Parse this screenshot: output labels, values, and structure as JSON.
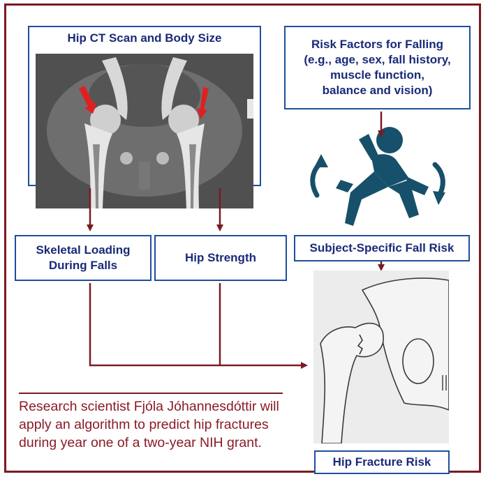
{
  "ct_scan": {
    "title": "Hip CT Scan and Body Size"
  },
  "risk_factors": {
    "lines": [
      "Risk Factors for Falling",
      "(e.g., age, sex, fall history,",
      "muscle function,",
      "balance and vision)"
    ]
  },
  "skeletal_loading": {
    "lines": [
      "Skeletal Loading",
      "During Falls"
    ]
  },
  "hip_strength": {
    "label": "Hip Strength"
  },
  "fall_risk": {
    "label": "Subject-Specific Fall Risk"
  },
  "hip_fracture": {
    "label": "Hip Fracture Risk"
  },
  "caption": {
    "text": "Research scientist Fjóla Jóhannesdóttir will apply an algorithm to predict hip fractures during year one of a two-year NIH grant."
  },
  "colors": {
    "frame": "#7a1a22",
    "box_border": "#1f4e9e",
    "box_text": "#1a2a78",
    "arrow": "#7a1a22",
    "figure_icon": "#17506a",
    "caption_text": "#8a1b26"
  },
  "icons": {
    "falling_person": "falling-person-icon",
    "ct_markers": "red-arrow-icon",
    "hip_sketch": "hip-fracture-illustration"
  }
}
